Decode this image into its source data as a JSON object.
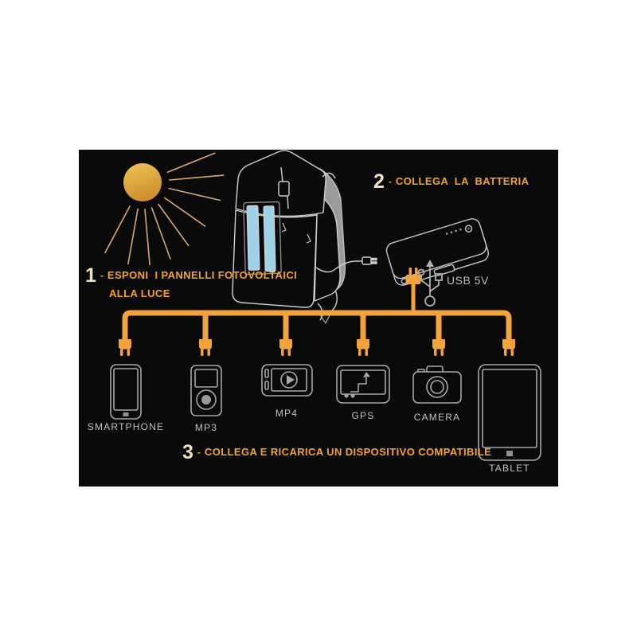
{
  "panel": {
    "background": "#0a0a0a",
    "page_background": "#ffffff"
  },
  "colors": {
    "accent_orange": "#f2a33b",
    "step_text_orange": "#f5a32a",
    "step_number_cream": "#efe2bd",
    "sun_gold_light": "#f0c45c",
    "sun_gold_dark": "#cd8f2b",
    "ray_tan": "#d8a87c",
    "line_art_gray": "#cfcfcf",
    "device_outline_gray": "#a8a8a8",
    "label_gray": "#c2c2c2",
    "solar_panel_blue": "#9ed2e6",
    "strap_gray": "#9b9b9b"
  },
  "steps": [
    {
      "number": "1",
      "dash": "-",
      "line1": "ESPONI  I PANNELLI FOTOVOLTAICI",
      "line2": "ALLA LUCE"
    },
    {
      "number": "2",
      "dash": "-",
      "label": "COLLEGA  LA  BATTERIA"
    },
    {
      "number": "3",
      "dash": "-",
      "label": "COLLEGA E RICARICA UN DISPOSITIVO COMPATIBILE"
    }
  ],
  "battery_area": {
    "usb_label": "USB 5V"
  },
  "devices": [
    {
      "label": "SMARTPHONE"
    },
    {
      "label": "MP3"
    },
    {
      "label": "MP4"
    },
    {
      "label": "GPS"
    },
    {
      "label": "CAMERA"
    },
    {
      "label": "TABLET"
    }
  ]
}
